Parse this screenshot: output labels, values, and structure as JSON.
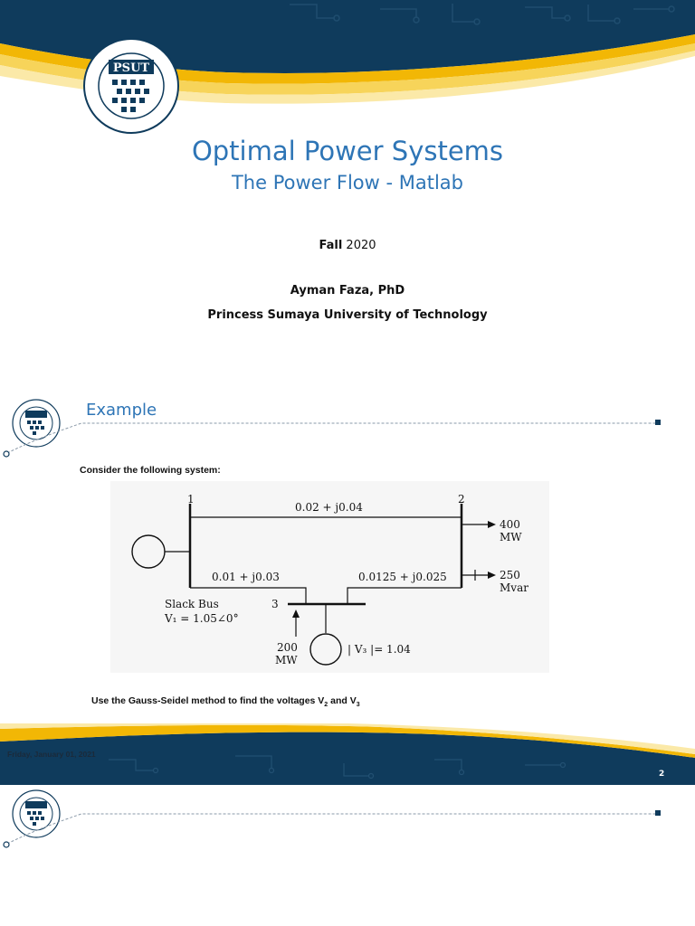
{
  "title_slide": {
    "title": "Optimal Power Systems",
    "subtitle": "The Power Flow - Matlab",
    "semester_word": "Fall",
    "semester_year": "2020",
    "author": "Ayman Faza, PhD",
    "university": "Princess Sumaya University of Technology",
    "logo_text": "PSUT"
  },
  "slide2": {
    "section_title": "Example",
    "lead_text": "Consider the following system:",
    "task_text_before": "Use the Gauss-Seidel method to find the voltages V",
    "task_sub_1": "2",
    "task_text_mid": " and V",
    "task_sub_2": "3",
    "footer_date": "Friday, January 01, 2021",
    "page_number": "2"
  },
  "diagram": {
    "bus1": "1",
    "bus2": "2",
    "bus3": "3",
    "line12": "0.02 + j0.04",
    "line13": "0.01 + j0.03",
    "line23": "0.0125 + j0.025",
    "load_p": "400",
    "load_p_unit": "MW",
    "load_q": "250",
    "load_q_unit": "Mvar",
    "slack_label": "Slack Bus",
    "slack_voltage": "V₁ = 1.05∠0°",
    "gen3_p": "200",
    "gen3_unit": "MW",
    "v3_mag": "| V₃ |= 1.04"
  },
  "colors": {
    "navy": "#0f3b5c",
    "gold": "#f2b705",
    "accent_blue": "#2e75b6"
  }
}
